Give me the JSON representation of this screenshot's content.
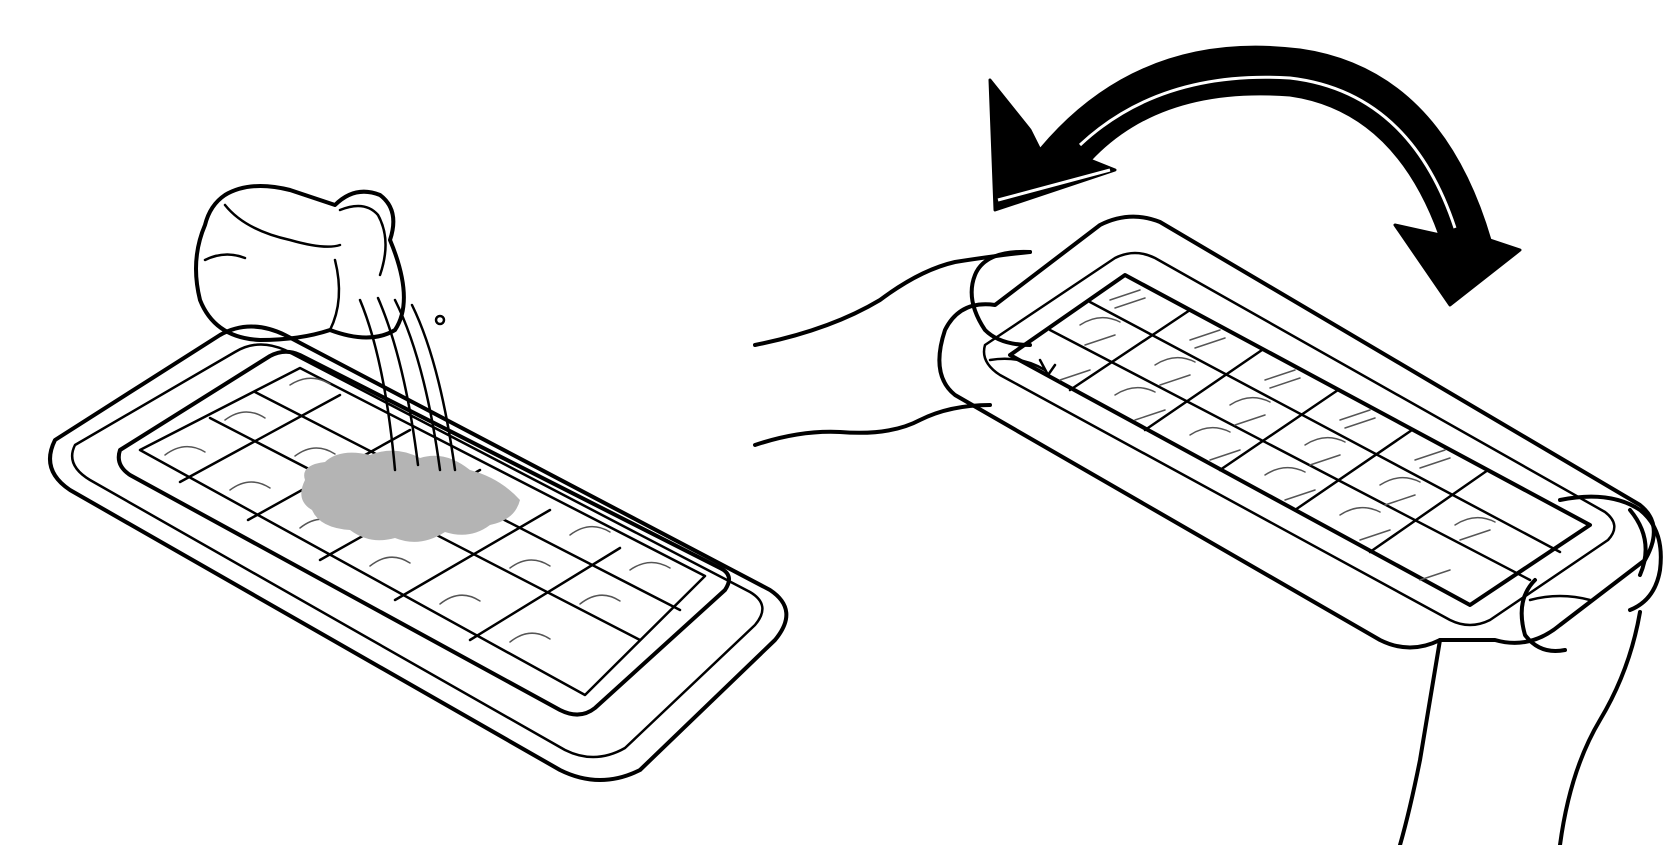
{
  "figure": {
    "panels": [
      {
        "id": "fill",
        "icon": "water-pitcher-icon"
      },
      {
        "id": "twist",
        "icon": "twist-arrow-icon"
      }
    ],
    "colors": {
      "line": "#000000",
      "water": "#b4b4b4",
      "background": "#ffffff"
    },
    "tray": {
      "rows": 3,
      "cols": 6
    }
  }
}
